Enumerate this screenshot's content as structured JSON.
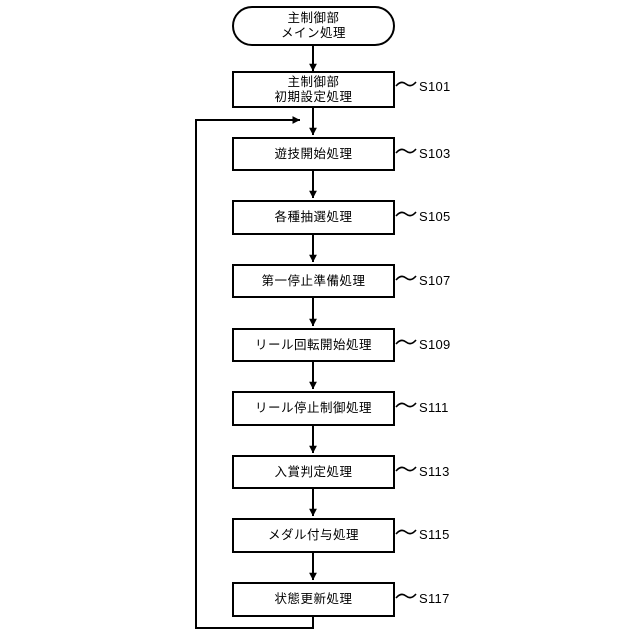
{
  "diagram": {
    "title_terminator": {
      "name": "main-control-main-process",
      "lines": [
        "主制御部",
        "メイン処理"
      ],
      "shape": "terminator"
    },
    "steps": [
      {
        "id": "S101",
        "lines": [
          "主制御部",
          "初期設定処理"
        ],
        "label": "S101"
      },
      {
        "id": "S103",
        "lines": [
          "遊技開始処理"
        ],
        "label": "S103"
      },
      {
        "id": "S105",
        "lines": [
          "各種抽選処理"
        ],
        "label": "S105"
      },
      {
        "id": "S107",
        "lines": [
          "第一停止準備処理"
        ],
        "label": "S107"
      },
      {
        "id": "S109",
        "lines": [
          "リール回転開始処理"
        ],
        "label": "S109"
      },
      {
        "id": "S111",
        "lines": [
          "リール停止制御処理"
        ],
        "label": "S111"
      },
      {
        "id": "S113",
        "lines": [
          "入賞判定処理"
        ],
        "label": "S113"
      },
      {
        "id": "S115",
        "lines": [
          "メダル付与処理"
        ],
        "label": "S115"
      },
      {
        "id": "S117",
        "lines": [
          "状態更新処理"
        ],
        "label": "S117"
      }
    ],
    "colors": {
      "stroke": "#000000",
      "fill": "#ffffff",
      "text": "#000000"
    }
  }
}
